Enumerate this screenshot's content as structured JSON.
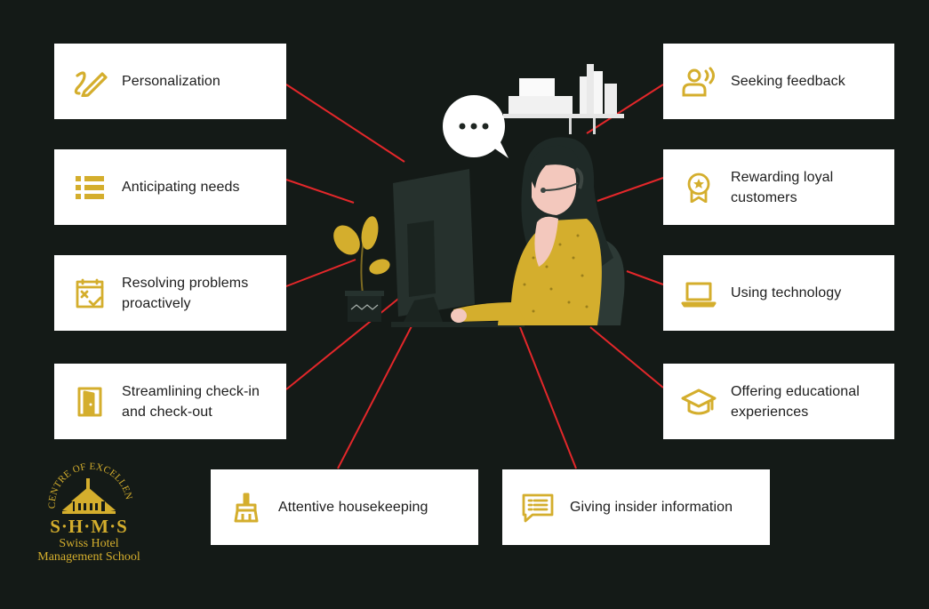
{
  "accent_color": "#d4ae2d",
  "line_color": "#e3272a",
  "background_color": "#141a17",
  "cards": {
    "personalization": {
      "label": "Personalization",
      "icon": "pen-icon"
    },
    "anticipating": {
      "label": "Anticipating needs",
      "icon": "list-icon"
    },
    "resolving": {
      "label": "Resolving problems proactively",
      "icon": "calendar-check-icon"
    },
    "streamlining": {
      "label": "Streamlining check-in and check-out",
      "icon": "door-icon"
    },
    "housekeeping": {
      "label": "Attentive housekeeping",
      "icon": "broom-icon"
    },
    "insider": {
      "label": "Giving insider information",
      "icon": "chat-text-icon"
    },
    "feedback": {
      "label": "Seeking feedback",
      "icon": "speaking-person-icon"
    },
    "rewarding": {
      "label": "Rewarding loyal customers",
      "icon": "award-medal-icon"
    },
    "technology": {
      "label": "Using technology",
      "icon": "laptop-icon"
    },
    "educational": {
      "label": "Offering educational experiences",
      "icon": "graduation-cap-icon"
    }
  },
  "logo": {
    "arc_text": "CENTRE OF EXCELLENCE",
    "brand": "S·H·M·S",
    "line1": "Swiss Hotel",
    "line2": "Management School"
  }
}
